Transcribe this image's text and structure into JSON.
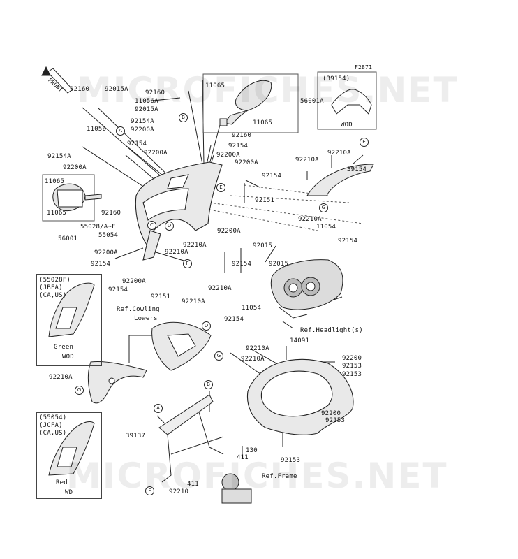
{
  "diagram_code": "F2871",
  "watermarks": [
    "MICROFICHES.NET",
    "MICROFICHES.NET"
  ],
  "front_label": "FRONT",
  "labels": {
    "p92160_a": "92160",
    "p92015A_a": "92015A",
    "p92160_b": "92160",
    "p11056A": "11056A",
    "p92015A_b": "92015A",
    "p11056": "11056",
    "p92154A_a": "92154A",
    "p92200A_a": "92200A",
    "p11065_a": "11065",
    "p56001A": "56001A",
    "p11065_b": "11065",
    "p92160_c": "92160",
    "p92154_a": "92154",
    "p92200A_b": "92200A",
    "p92154A_b": "92154A",
    "p92200A_c": "92200A",
    "p39154_box": "(39154)",
    "p39154_wod": "WOD",
    "p92154_b": "92154",
    "p92200A_d": "92200A",
    "p92200A_e": "92200A",
    "p92210A_a": "92210A",
    "p92210A_b": "92210A",
    "p39154": "39154",
    "p92154_c": "92154",
    "p11065_c": "11065",
    "p11065_d": "11065",
    "p92160_d": "92160",
    "p56001": "56001",
    "p92151_a": "92151",
    "p55028": "55028/A~F",
    "p55054": "55054",
    "p92210A_c": "92210A",
    "p11054_a": "11054",
    "p92200A_f": "92200A",
    "p92154_d": "92154",
    "p92210A_d": "92210A",
    "p92015_a": "92015",
    "p92200A_g": "92200A",
    "p92210A_e": "92210A",
    "p92154_e": "92154",
    "p92015_b": "92015",
    "p92154_f": "92154",
    "p92154_g": "92154",
    "p92200A_h": "92200A",
    "p92151_b": "92151",
    "p92210A_f": "92210A",
    "p11054_b": "11054",
    "p92154_h": "92154",
    "ref_cowling": "Ref.Cowling",
    "lowers": "Lowers",
    "p92210A_g": "92210A",
    "ref_headlight": "Ref.Headlight(s)",
    "p92210A_h": "92210A",
    "p14091": "14091",
    "p92210A_i": "92210A",
    "p92200_a": "92200",
    "p92153_a": "92153",
    "p92153_b": "92153",
    "p92210A_j": "92210A",
    "p92200_b": "92200",
    "p92153_c": "92153",
    "p39137": "39137",
    "p130": "130",
    "p411_a": "411",
    "p92153_d": "92153",
    "ref_frame": "Ref.Frame",
    "p411_b": "411",
    "p92210": "92210",
    "box1_title": "(55028F)",
    "box1_code": "(JBFA)",
    "box1_region": "(CA,US)",
    "box1_color": "Green",
    "box1_wod": "WOD",
    "box2_title": "(55054)",
    "box2_code": "(JCFA)",
    "box2_region": "(CA,US)",
    "box2_color": "Red",
    "box2_wd": "WD"
  },
  "callouts": {
    "A1": "A",
    "B1": "B",
    "C1": "C",
    "D1": "D",
    "E1": "E",
    "E2": "E",
    "F1": "F",
    "G1": "G",
    "D2": "D",
    "G2": "G",
    "B2": "B",
    "A2": "A",
    "F2": "F",
    "G3": "G"
  },
  "colors": {
    "ink": "#111111",
    "part_fill": "#e9e9e9",
    "watermark": "#cccccc"
  }
}
